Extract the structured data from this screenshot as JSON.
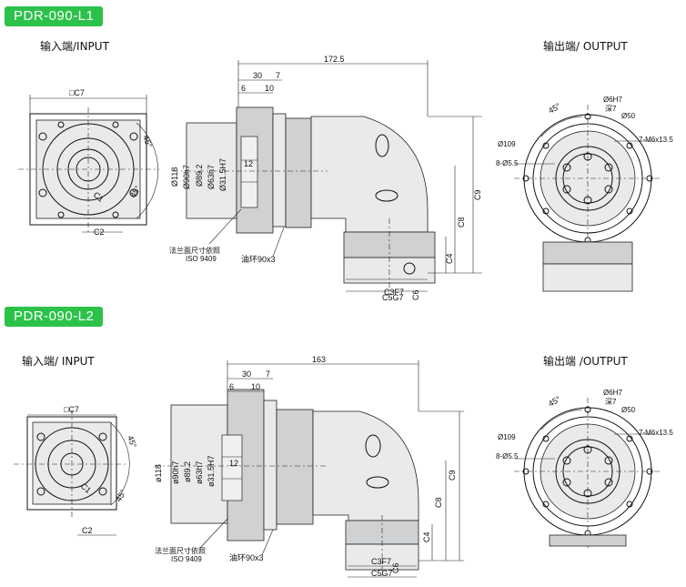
{
  "sections": [
    {
      "tag": "PDR-090-L1",
      "input_title": "输入端/INPUT",
      "output_title": "输出端/ OUTPUT",
      "dims": {
        "sq_c7": "□C7",
        "c1": "C1",
        "c2": "C2",
        "angle45a": "45°",
        "angle45b": "45°",
        "len_total": "172.5",
        "len30": "30",
        "len7": "7",
        "len6": "6",
        "len10": "10",
        "d118": "Ø118",
        "d90": "Ø90h7",
        "d89": "Ø89.2",
        "d63": "Ø63h7",
        "d31": "Ø31.5H7",
        "n12": "12",
        "c9": "C9",
        "c8": "C8",
        "c4": "C4",
        "c6": "C6",
        "c3": "C3F7",
        "c5": "C5G7",
        "flange_note1": "法兰面尺寸依照",
        "flange_note2": "ISO 9409",
        "oil": "油环90x3",
        "o_45": "45°",
        "o_d6": "Ø6H7",
        "o_depth": "深7",
        "o_d50": "Ø50",
        "o_d109": "Ø109",
        "o_d55": "8-Ø5.5",
        "o_m6": "7-M6x13.5"
      }
    },
    {
      "tag": "PDR-090-L2",
      "input_title": "输入端/ INPUT",
      "output_title": "输出端 /OUTPUT",
      "dims": {
        "sq_c7": "□C7",
        "c1": "C1",
        "c2": "C2",
        "angle45a": "45°",
        "angle45b": "45°",
        "len_total": "163",
        "len30": "30",
        "len7": "7",
        "len6": "6",
        "len10": "10",
        "d118": "ø118",
        "d90": "ø90h7",
        "d89": "ø89.2",
        "d63": "ø63h7",
        "d31": "ø31.5H7",
        "n12": "12",
        "c9": "C9",
        "c8": "C8",
        "c4": "C4",
        "c6": "C6",
        "c3": "C3F7",
        "c5": "C5G7",
        "flange_note1": "法兰面尺寸依照",
        "flange_note2": "ISO 9409",
        "oil": "油环90x3",
        "o_45": "45°",
        "o_d6": "Ø6H7",
        "o_depth": "深7",
        "o_d50": "Ø50",
        "o_d109": "Ø109",
        "o_d55": "8-Ø5.5",
        "o_m6": "7-M6x13.5"
      }
    }
  ]
}
